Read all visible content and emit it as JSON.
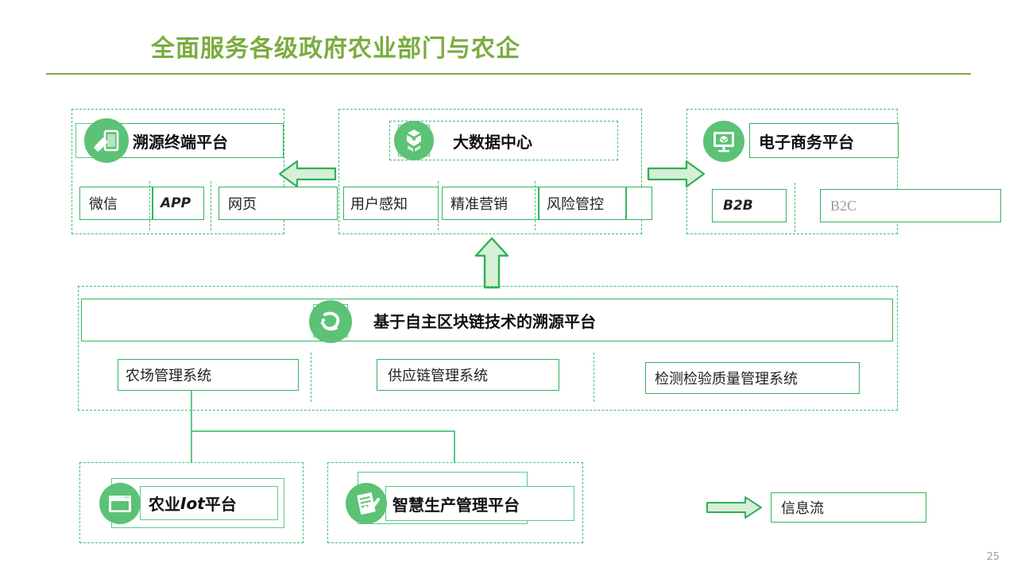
{
  "slide": {
    "title": "全面服务各级政府农业部门与农企",
    "page_number": "25",
    "accent_color": "#7bac3f",
    "line_color": "#32b45f",
    "icon_fill": "#5cc276",
    "arrow_fill": "#d6efd6"
  },
  "groups": {
    "terminal": {
      "header": "溯源终端平台",
      "icon": "tag-phone-icon",
      "items": [
        {
          "label": "微信"
        },
        {
          "label": "APP"
        },
        {
          "label": "网页"
        }
      ]
    },
    "bigdata": {
      "header": "大数据中心",
      "icon": "cube-box-icon",
      "items": [
        {
          "label": "用户感知"
        },
        {
          "label": "精准营销"
        },
        {
          "label": "风险管控"
        }
      ]
    },
    "ecommerce": {
      "header": "电子商务平台",
      "icon": "monitor-box-icon",
      "items": [
        {
          "label": "B2B"
        },
        {
          "label": "B2C"
        }
      ]
    },
    "blockchain": {
      "header": "基于自主区块链技术的溯源平台",
      "icon": "chain-link-icon",
      "items": [
        {
          "label": "农场管理系统"
        },
        {
          "label": "供应链管理系统"
        },
        {
          "label": "检测检验质量管理系统"
        }
      ]
    },
    "iot": {
      "header": "农业Iot平台",
      "header_plain": "农业",
      "header_italic": "Iot",
      "header_tail": "平台",
      "icon": "window-screen-icon"
    },
    "smart_production": {
      "header": "智慧生产管理平台",
      "icon": "clipboard-check-icon"
    }
  },
  "legend": {
    "icon": "right-arrow-icon",
    "label": "信息流"
  },
  "arrows": [
    {
      "name": "bigdata-to-terminal-arrow",
      "direction": "left"
    },
    {
      "name": "bigdata-to-ecommerce-arrow",
      "direction": "right"
    },
    {
      "name": "blockchain-to-bigdata-arrow",
      "direction": "up"
    }
  ]
}
